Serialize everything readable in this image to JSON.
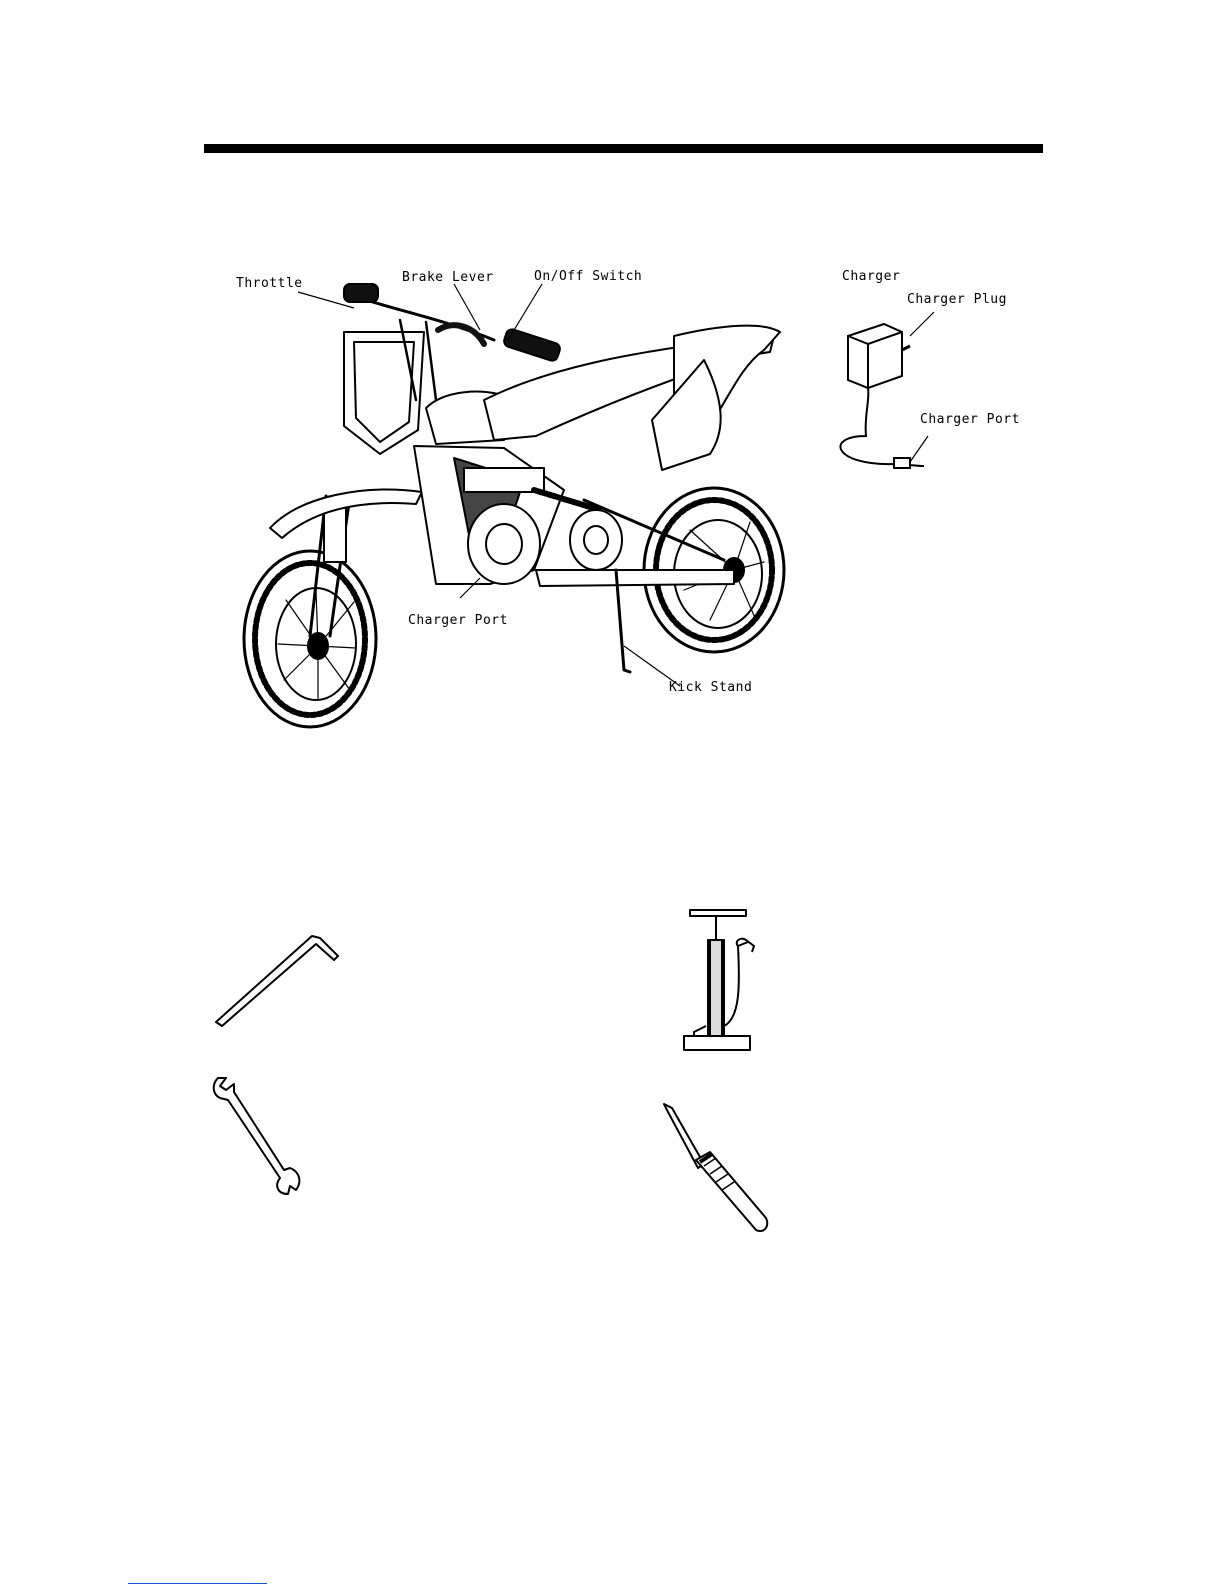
{
  "diagram": {
    "callouts": {
      "throttle": "Throttle",
      "brake_lever": "Brake Lever",
      "on_off_switch": "On/Off Switch",
      "charger_port_bike": "Charger Port",
      "kick_stand": "Kick Stand",
      "charger": "Charger",
      "charger_plug": "Charger Plug",
      "charger_port_cable": "Charger Port"
    }
  },
  "tools": [
    {
      "icon": "hex-key-icon"
    },
    {
      "icon": "floor-pump-icon"
    },
    {
      "icon": "open-end-wrench-icon"
    },
    {
      "icon": "screwdriver-icon"
    }
  ]
}
